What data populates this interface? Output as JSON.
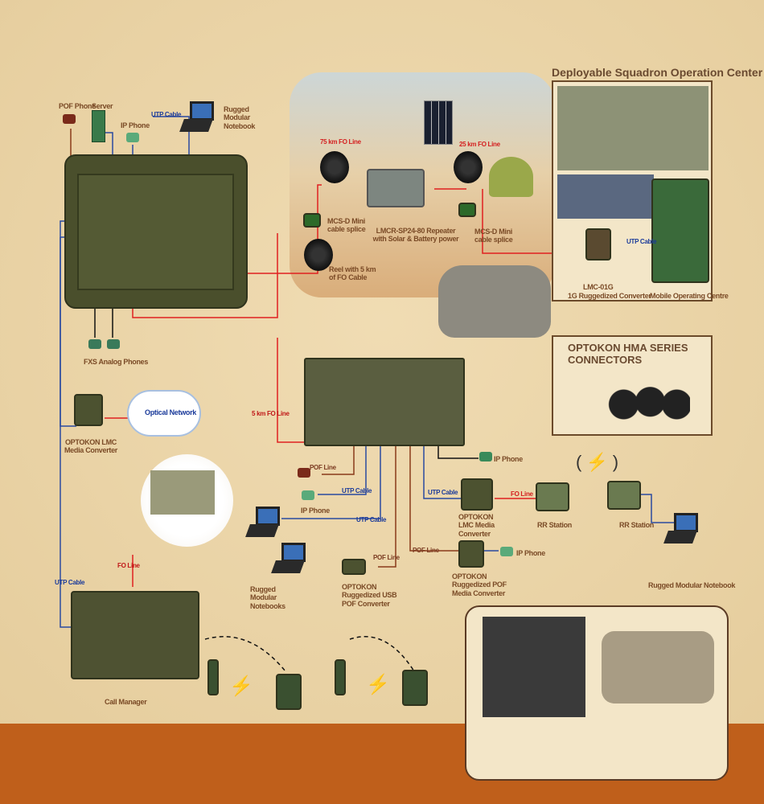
{
  "squadron": {
    "title": "Deployable Squadron Operation Center",
    "utp": "UTP Cable",
    "lmc": "LMC-01G",
    "lmc2": "1G Ruggedized Converter",
    "moc": "Mobile Operating Centre"
  },
  "hma": {
    "title": "OPTOKON HMA SERIES CONNECTORS"
  },
  "switch_area": {
    "pof_phone": "POF Phone",
    "server": "Server",
    "ip_phone": "IP Phone",
    "utp": "UTP Cable",
    "notebook": "Rugged Modular Notebook",
    "fxs": "FXS Analog Phones",
    "optical": "Optical Network",
    "lmc": "OPTOKON LMC Media Converter",
    "fo5": "5 km FO Line"
  },
  "desert": {
    "fo75": "75 km FO Line",
    "fo25": "25 km FO Line",
    "splice1": "MCS-D Mini cable splice",
    "splice2": "MCS-D Mini cable splice",
    "repeater": "LMCR-SP24-80 Repeater with Solar & Battery power",
    "reel": "Reel with 5 km of FO Cable"
  },
  "lower": {
    "pof_line1": "POF Line",
    "ip_phone1": "IP Phone",
    "utp1": "UTP Cable",
    "utp2": "UTP Cable",
    "ip_phone2": "IP Phone",
    "utp3": "UTP Cable",
    "lmc": "OPTOKON LMC Media Converter",
    "fo": "FO Line",
    "rr1": "RR Station",
    "rr2": "RR Station",
    "notebook": "Rugged  Modular  Notebook",
    "notebooks": "Rugged Modular Notebooks",
    "pof_line2": "POF Line",
    "usb": "OPTOKON Ruggedized USB POF Converter",
    "pof_line3": "POF Line",
    "pofmc": "OPTOKON Ruggedized POF Media Converter",
    "ip_phone3": "IP Phone"
  },
  "call": {
    "fo": "FO Line",
    "utp": "UTP Cable",
    "manager": "Call Manager"
  }
}
